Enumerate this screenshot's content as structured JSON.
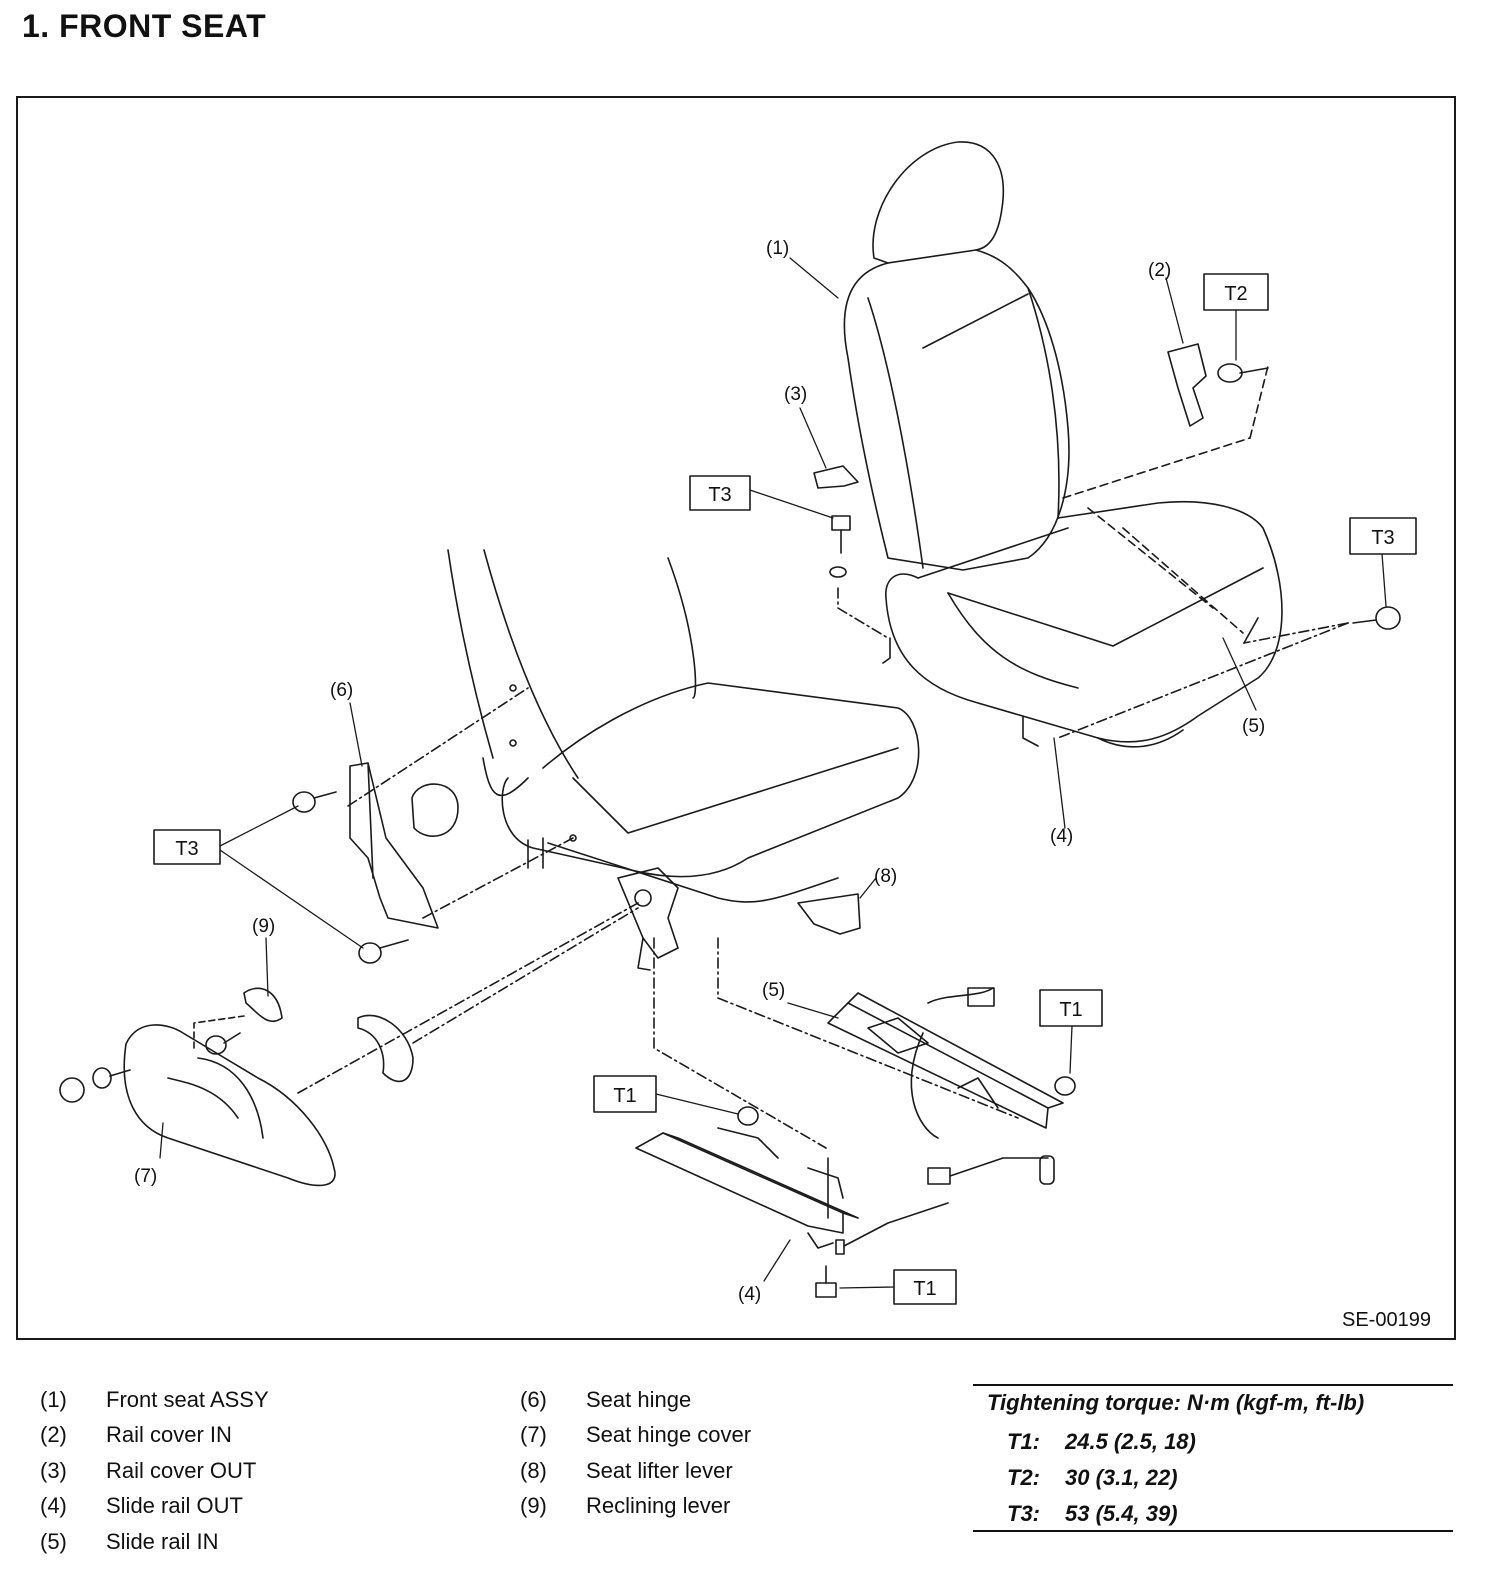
{
  "title": "1. FRONT SEAT",
  "figure_id": "SE-00199",
  "callouts": [
    "(1)",
    "(2)",
    "(3)",
    "(4)",
    "(5)",
    "(6)",
    "(7)",
    "(8)",
    "(9)"
  ],
  "torque_tags": [
    "T1",
    "T2",
    "T3"
  ],
  "legend": [
    {
      "num": "(1)",
      "label": "Front seat ASSY"
    },
    {
      "num": "(2)",
      "label": "Rail cover IN"
    },
    {
      "num": "(3)",
      "label": "Rail cover OUT"
    },
    {
      "num": "(4)",
      "label": "Slide rail OUT"
    },
    {
      "num": "(5)",
      "label": "Slide rail IN"
    },
    {
      "num": "(6)",
      "label": "Seat hinge"
    },
    {
      "num": "(7)",
      "label": "Seat hinge cover"
    },
    {
      "num": "(8)",
      "label": "Seat lifter lever"
    },
    {
      "num": "(9)",
      "label": "Reclining lever"
    }
  ],
  "torque": {
    "heading": "Tightening torque: N·m (kgf-m, ft-lb)",
    "rows": [
      {
        "key": "T1:",
        "value": "24.5 (2.5, 18)"
      },
      {
        "key": "T2:",
        "value": "30 (3.1, 22)"
      },
      {
        "key": "T3:",
        "value": "53 (5.4, 39)"
      }
    ]
  }
}
